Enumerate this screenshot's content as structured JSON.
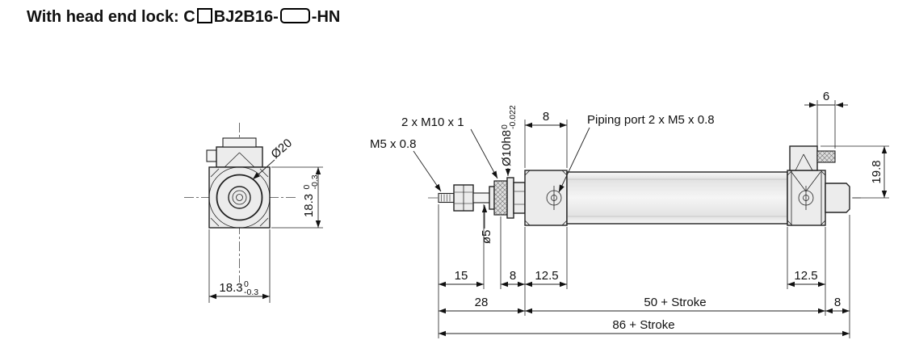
{
  "title": {
    "prefix": "With head end lock: C",
    "model": "BJ2B16-",
    "suffix": "-HN"
  },
  "end_view": {
    "bore_diameter": "Ø20",
    "height": {
      "value": "18.3",
      "tol_upper": "0",
      "tol_lower": "-0.3"
    },
    "width": {
      "value": "18.3",
      "tol_upper": "0",
      "tol_lower": "-0.3"
    }
  },
  "side_view": {
    "callouts": {
      "mounting_thread": "2 x M10 x 1",
      "rod_end_thread": "M5 x 0.8",
      "piston_rod": {
        "value": "Ø10h8",
        "tol_upper": "0",
        "tol_lower": "-0.022"
      },
      "piping_port": "Piping port 2 x M5 x 0.8",
      "rod_diameter": "ø5"
    },
    "dims": {
      "port_position": "8",
      "lock_knob_width": "6",
      "lock_height": "19.8",
      "thread_length": "15",
      "nut_width": "8",
      "rod_cover_width": "12.5",
      "rod_end_total": "28",
      "tube_length": "50 + Stroke",
      "head_cover_width": "12.5",
      "boss_length": "8",
      "overall_length": "86 + Stroke"
    }
  }
}
